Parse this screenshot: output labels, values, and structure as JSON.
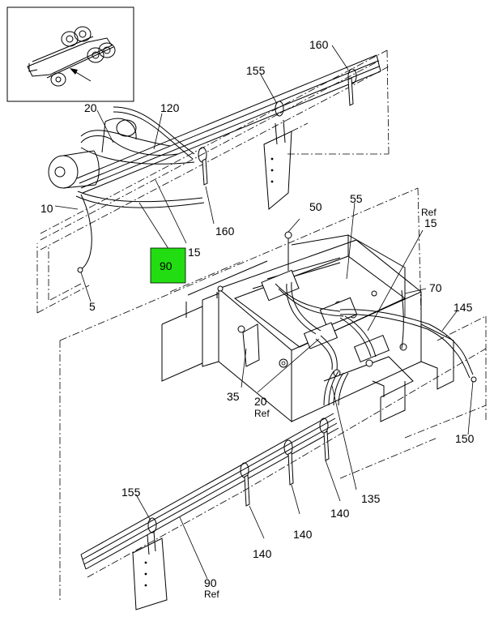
{
  "diagram": {
    "callouts": {
      "c5": "5",
      "c10": "10",
      "c15_top": "15",
      "c15_ref_num": "15",
      "c15_ref_word": "Ref",
      "c20_top": "20",
      "c20_mid": "20",
      "c20_ref_word": "Ref",
      "c35": "35",
      "c50": "50",
      "c55": "55",
      "c70": "70",
      "c90_highlight": "90",
      "c90_bottom": "90",
      "c90_ref_word": "Ref",
      "c120": "120",
      "c135": "135",
      "c140_a": "140",
      "c140_b": "140",
      "c140_c": "140",
      "c145": "145",
      "c150": "150",
      "c155_top": "155",
      "c155_bottom": "155",
      "c160_top": "160",
      "c160_mid": "160"
    },
    "highlight_color": "#22dd11"
  }
}
